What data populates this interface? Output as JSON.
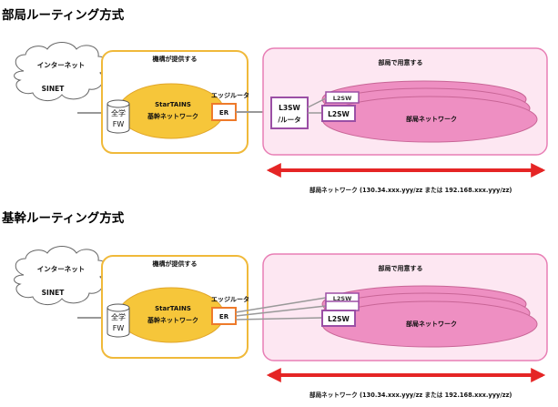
{
  "sections": [
    {
      "title": "部局ルーティング方式",
      "cloud": {
        "line1": "インターネット",
        "line2": "SINET"
      },
      "fw": {
        "line1": "全学",
        "line2": "FW"
      },
      "org_box_label": "機構が提供する",
      "backbone": {
        "line1": "StarTAINS",
        "line2": "基幹ネットワーク"
      },
      "er_label": "ER",
      "edge_router_label": "エッジルータ",
      "dept_box_label": "部局で用意する",
      "l3sw": {
        "line1": "L3SW",
        "line2": "/ルータ"
      },
      "l2sw_back": "L2SW",
      "l2sw_front": "L2SW",
      "dept_network": "部局ネットワーク",
      "range_note": "部局ネットワーク (130.34.xxx.yyy/zz または 192.168.xxx.yyy/zz)"
    },
    {
      "title": "基幹ルーティング方式",
      "cloud": {
        "line1": "インターネット",
        "line2": "SINET"
      },
      "fw": {
        "line1": "全学",
        "line2": "FW"
      },
      "org_box_label": "機構が提供する",
      "backbone": {
        "line1": "StarTAINS",
        "line2": "基幹ネットワーク"
      },
      "er_label": "ER",
      "edge_router_label": "エッジルータ",
      "dept_box_label": "部局で用意する",
      "l2sw_back": "L2SW",
      "l2sw_front": "L2SW",
      "dept_network": "部局ネットワーク",
      "range_note": "部局ネットワーク (130.34.xxx.yyy/zz または 192.168.xxx.yyy/zz)"
    }
  ],
  "colors": {
    "org_box_border": "#f0b93a",
    "backbone_fill": "#f6c63a",
    "dept_box_border": "#e87fb5",
    "dept_box_fill": "#fde7f2",
    "dept_ellipse_fill": "#ee8fc2",
    "switch_border": "#9b4fa5",
    "er_border": "#ee7a2a",
    "arrow": "#e52525",
    "link": "#999999"
  }
}
